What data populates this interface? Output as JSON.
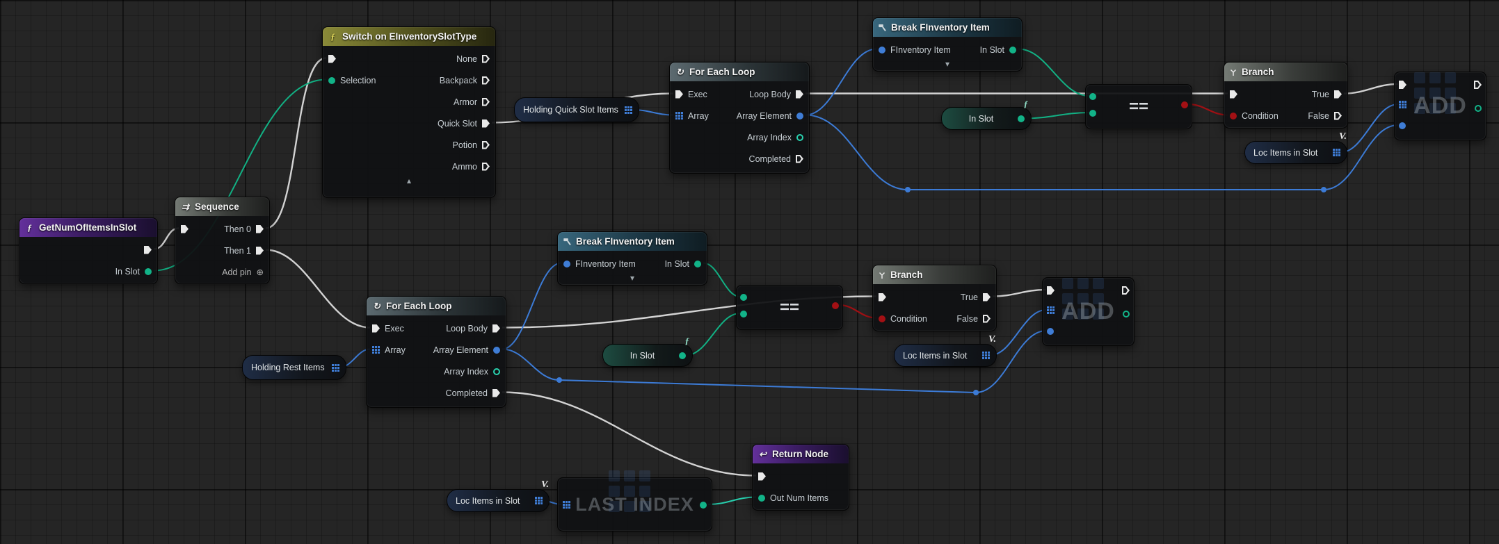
{
  "icons": {
    "chevron_up": "▴",
    "chevron_down": "▾",
    "add_pin_symbol": "⊕",
    "sequence_icon": "⇉",
    "foreach_icon": "↻",
    "return_icon": "↩",
    "function_marker": "ƒ",
    "switch_marker": "ƒ",
    "local_var_marker": "V."
  },
  "nodes": {
    "getNum": {
      "title": "GetNumOfItemsInSlot",
      "outInSlot": "In Slot"
    },
    "sequence": {
      "title": "Sequence",
      "then0": "Then 0",
      "then1": "Then 1",
      "addPin": "Add pin"
    },
    "switchSlotType": {
      "title": "Switch on EInventorySlotType",
      "selection": "Selection",
      "cases": {
        "none": "None",
        "backpack": "Backpack",
        "armor": "Armor",
        "quickSlot": "Quick Slot",
        "potion": "Potion",
        "ammo": "Ammo"
      }
    },
    "forEach": {
      "title": "For Each Loop",
      "exec": "Exec",
      "array": "Array",
      "loopBody": "Loop Body",
      "arrayElement": "Array Element",
      "arrayIndex": "Array Index",
      "completed": "Completed"
    },
    "breakItem": {
      "title": "Break FInventory Item",
      "inItem": "FInventory Item",
      "outInSlot": "In Slot"
    },
    "equals": {
      "label": "=="
    },
    "branch": {
      "title": "Branch",
      "condition": "Condition",
      "true": "True",
      "false": "False"
    },
    "add": {
      "label": "ADD"
    },
    "lastIndex": {
      "label": "LAST INDEX"
    },
    "returnNode": {
      "title": "Return Node",
      "outNumItems": "Out Num Items"
    },
    "vars": {
      "holdingQuickSlotItems": "Holding Quick Slot Items",
      "holdingRestItems": "Holding Rest Items",
      "inSlot": "In Slot",
      "locItemsInSlot": "Loc Items in Slot"
    }
  }
}
